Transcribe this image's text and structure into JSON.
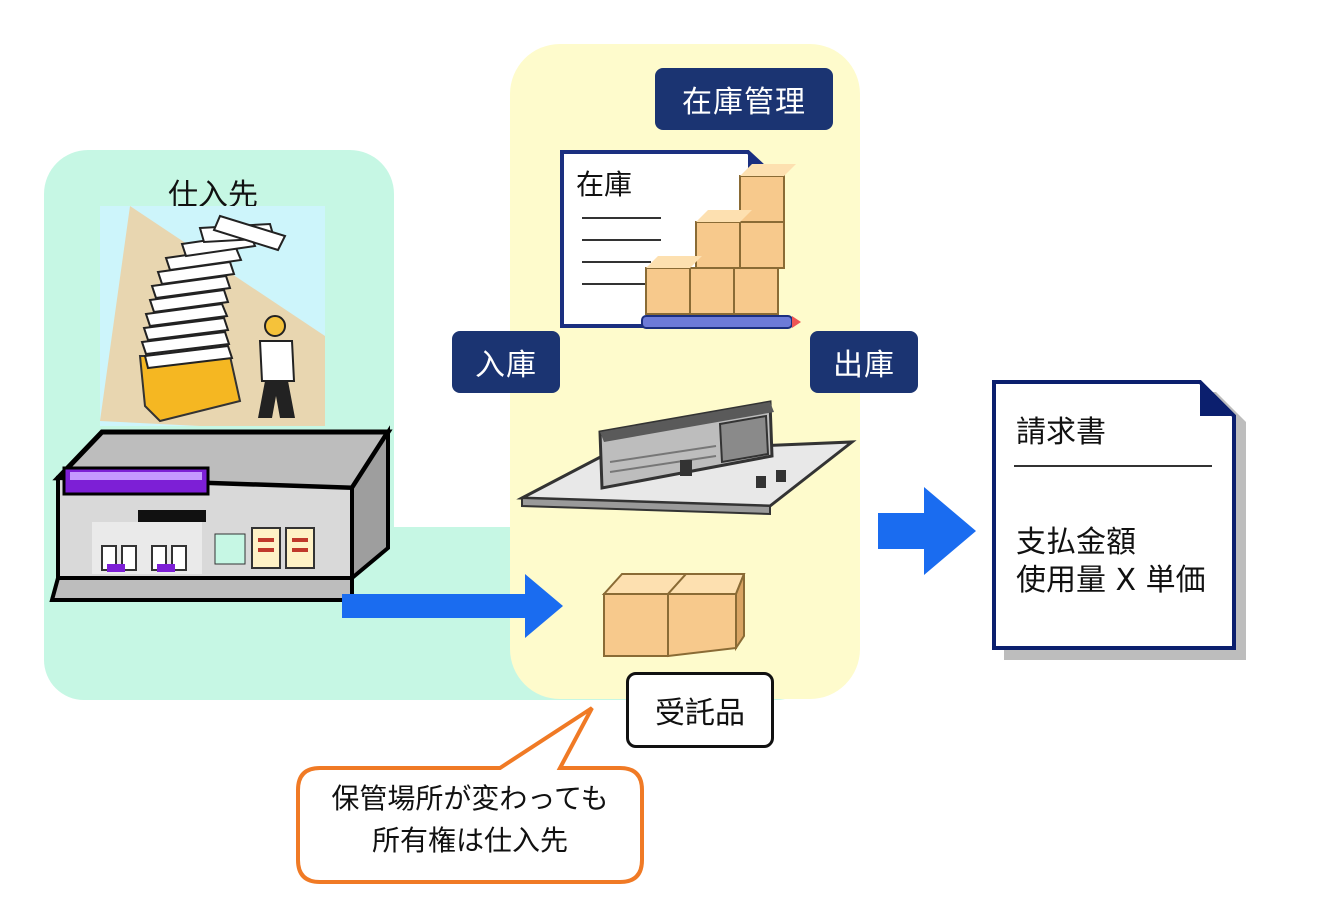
{
  "supplier": {
    "label": "仕入先"
  },
  "inventory_management": {
    "label": "在庫管理"
  },
  "inventory_doc": {
    "label": "在庫"
  },
  "receiving": {
    "label": "入庫"
  },
  "shipping": {
    "label": "出庫"
  },
  "consigned_goods": {
    "label": "受託品"
  },
  "invoice": {
    "title": "請求書",
    "line1": "支払金額",
    "line2": "使用量 X 単価"
  },
  "callout": {
    "line1": "保管場所が変わっても",
    "line2": "所有権は仕入先"
  },
  "colors": {
    "supplier_zone": "#c6f7e4",
    "warehouse_zone": "#fefbcc",
    "navy_label": "#1b3472",
    "arrow_blue": "#1a6cf0",
    "callout_border": "#f07a25",
    "box_tan": "#f7c98c"
  },
  "icons": [
    "paper-stack-clipart",
    "supplier-building-clipart",
    "inventory-document-icon",
    "warehouse-icon",
    "cardboard-boxes-icon",
    "arrow-right-icon"
  ]
}
